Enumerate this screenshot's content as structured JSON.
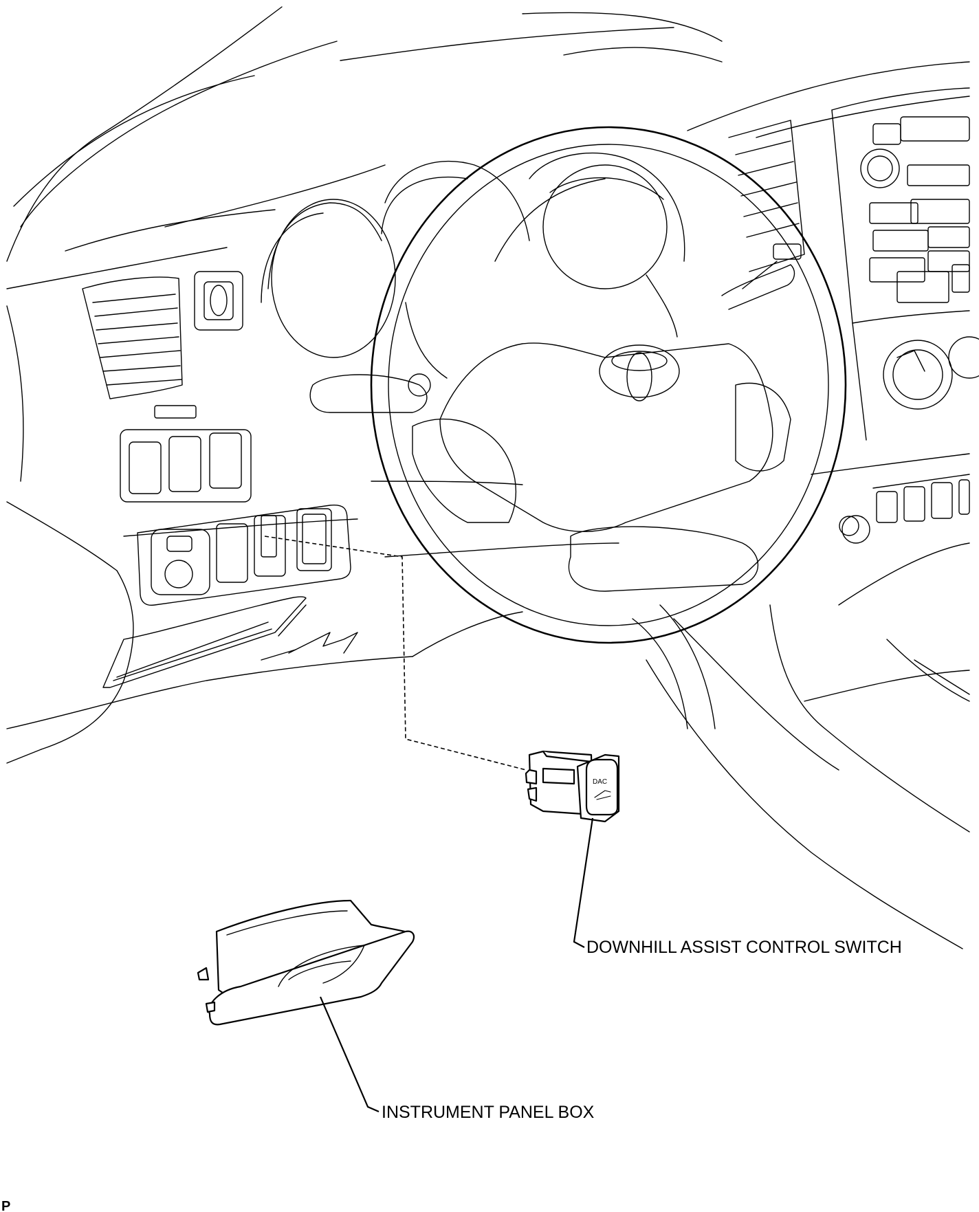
{
  "callouts": {
    "dac_switch": "DOWNHILL ASSIST CONTROL SWITCH",
    "instrument_panel_box": "INSTRUMENT PANEL BOX"
  },
  "switch_face_text": "DAC",
  "corner_mark": "P"
}
